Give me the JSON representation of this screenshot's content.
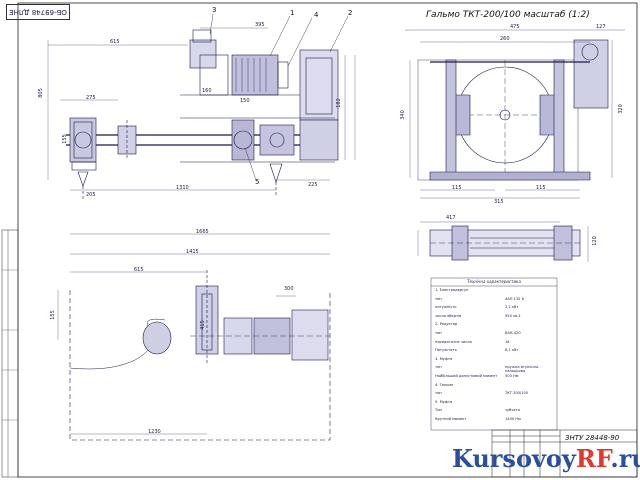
{
  "stamp_top": "ОБ-69748 ДЛНЕ",
  "brake_title": "Гальмо ТКТ-200/100 масштаб (1:2)",
  "callouts": [
    "3",
    "1",
    "4",
    "2",
    "5"
  ],
  "dims_main": {
    "d815": "615",
    "d395": "395",
    "d805": "805",
    "d275": "275",
    "d205": "205",
    "d150": "150",
    "d160": "160",
    "d1310": "1310",
    "d225": "225",
    "d182": "182",
    "d155": "155"
  },
  "dims_plan": {
    "d1665": "1665",
    "d1415": "1415",
    "d615": "615",
    "d1230": "1230",
    "d155": "155",
    "d300": "300",
    "d4152": "415"
  },
  "dims_brake": {
    "d475": "475",
    "d260": "260",
    "d127": "127",
    "d340": "340",
    "d320": "320",
    "d115a": "115",
    "d115b": "115",
    "d315": "315",
    "d417": "417",
    "d120": "120"
  },
  "spec": {
    "title": "Технічна характеристика",
    "rows": [
      {
        "k": "1. Електродвигун",
        "v": ""
      },
      {
        "k": "тип",
        "v": "4АП 132 6"
      },
      {
        "k": "потужність",
        "v": "2,2 кВт"
      },
      {
        "k": "число обертів",
        "v": "950 хв-1"
      },
      {
        "k": "2. Редуктор",
        "v": ""
      },
      {
        "k": "тип",
        "v": "В4Н-420"
      },
      {
        "k": "передаточне число",
        "v": "16"
      },
      {
        "k": "Потужність",
        "v": "6,1 кВт"
      },
      {
        "k": "3. Муфта",
        "v": ""
      },
      {
        "k": "тип",
        "v": "пружна втулочно-пальцьова"
      },
      {
        "k": "Найбільший допустимий момент",
        "v": "500 Нм"
      },
      {
        "k": "4. Гальмо",
        "v": ""
      },
      {
        "k": "тип",
        "v": "ТКТ 200/100"
      },
      {
        "k": "5. Муфта",
        "v": ""
      },
      {
        "k": "Тип",
        "v": "зубчата"
      },
      {
        "k": "Крутний момент",
        "v": "1400 Нм"
      }
    ]
  },
  "doc_code": "ЗНТУ 28448-90",
  "watermark": {
    "left": "Kursovoy",
    "mid": "RF",
    "right": ".ru"
  },
  "colors": {
    "line": "#1a1a4a",
    "accent": "#2a4fa0",
    "red": "#e23a2a",
    "hatch": "#3a3a8a"
  }
}
